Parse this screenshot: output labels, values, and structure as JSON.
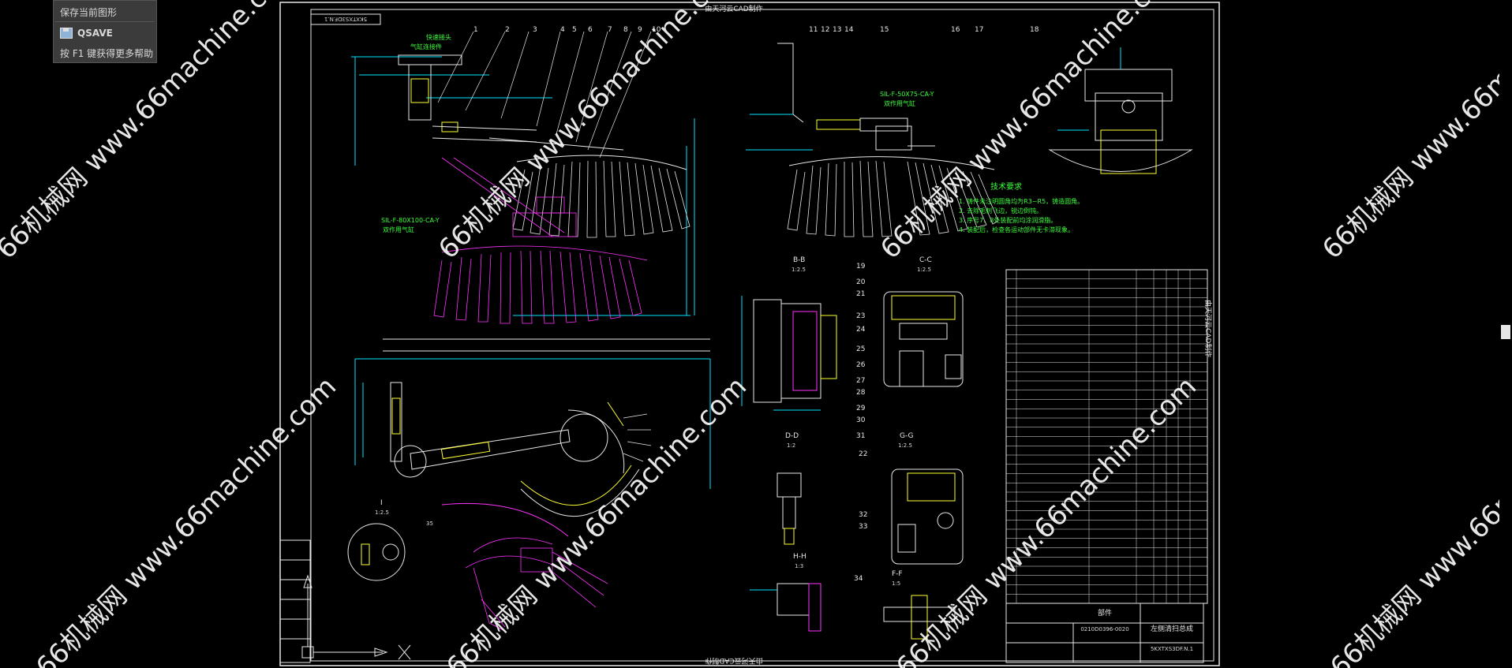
{
  "tooltip": {
    "line1": "保存当前图形",
    "command": "QSAVE",
    "help": "按 F1 键获得更多帮助"
  },
  "sheet": {
    "header_top": "由天河云CAD制作",
    "header_bottom": "由天河云CAD制作",
    "right_side_label": "由天河云CAD制作",
    "top_left_code": "5KXTXS3DF.N.1",
    "pneumatic_label_1": "SIL-F-80X100-CA-Y",
    "pneumatic_label_2": "SIL-F-50X75-CA-Y",
    "views": [
      {
        "id": "B-B",
        "label": "B-B",
        "scale": "1:2.5"
      },
      {
        "id": "C-C",
        "label": "C-C",
        "scale": "1:2.5"
      },
      {
        "id": "D-D",
        "label": "D-D",
        "scale": "1:2"
      },
      {
        "id": "G-G",
        "label": "G-G",
        "scale": "1:2.5"
      },
      {
        "id": "H-H",
        "label": "H-H",
        "scale": "1:3"
      },
      {
        "id": "F-F",
        "label": "F-F",
        "scale": "1:5"
      },
      {
        "id": "I",
        "label": "I",
        "scale": "1:2.5"
      }
    ],
    "tech_title": "技术要求",
    "tech_lines": [
      "1. 铸件未注明圆角均为R3~R5，铸造圆角。",
      "2. 去除毛刺飞边，锐边倒钝。",
      "3. 序号7、8处装配前均涂润滑脂。",
      "4. 装配后，检查各运动部件无卡滞现象。"
    ],
    "callouts_top": [
      "1",
      "2",
      "3",
      "4",
      "5",
      "6",
      "7",
      "8",
      "9",
      "10"
    ],
    "callouts_mid": [
      "11",
      "12",
      "13",
      "14",
      "15",
      "16",
      "17",
      "18"
    ],
    "callouts_bc": [
      "19",
      "20",
      "21",
      "22",
      "23",
      "24",
      "25",
      "26",
      "27",
      "28",
      "29",
      "30",
      "31"
    ],
    "callouts_gg": [
      "32",
      "33",
      "34",
      "35"
    ],
    "title_block": {
      "part_label": "部件",
      "drawing_no": "0210D0396-0020",
      "name": "左侧清扫总成",
      "code": "5KXTXS3DF.N.1"
    }
  },
  "watermarks": [
    "66机械网 www.66machine.com",
    "66机械网 www.66machine.com",
    "66机械网 www.66machine.com",
    "66机械网 www.66machine.com",
    "66机械网 www.66machine.com",
    "66机械网 www.66machine.com",
    "66机械网 www.66machine.com",
    "66机械网 www.66machine.com"
  ]
}
